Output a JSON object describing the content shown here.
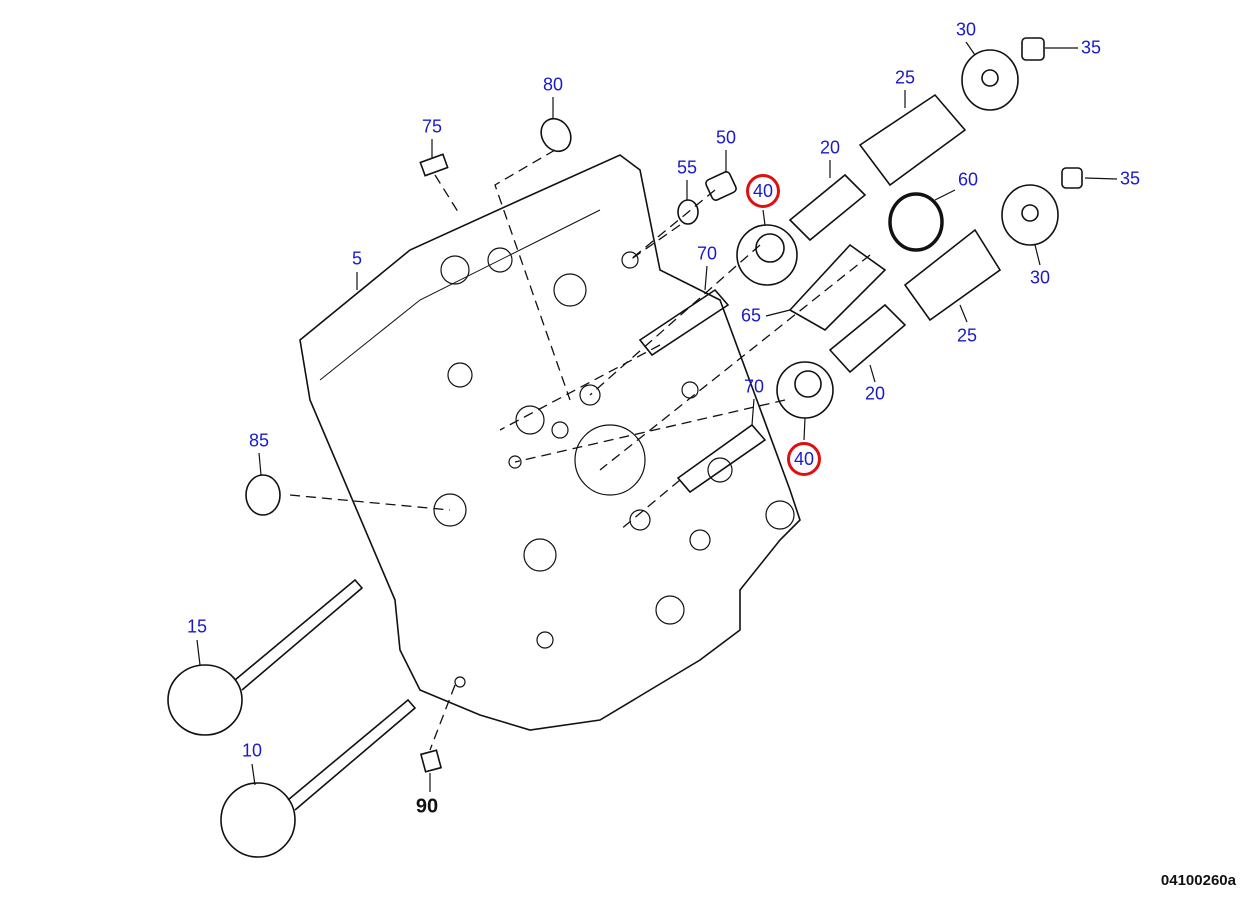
{
  "labels": {
    "p80": "80",
    "p75": "75",
    "p50": "50",
    "p55": "55",
    "p40a": "40",
    "p20a": "20",
    "p25a": "25",
    "p30a": "30",
    "p35a": "35",
    "p60": "60",
    "p35b": "35",
    "p30b": "30",
    "p25b": "25",
    "p20b": "20",
    "p70a": "70",
    "p65": "65",
    "p70b": "70",
    "p40b": "40",
    "p5": "5",
    "p85": "85",
    "p15": "15",
    "p10": "10",
    "p90": "90"
  },
  "highlighted_parts": [
    "40"
  ],
  "colors": {
    "label": "#1a1acc",
    "highlight": "#e01010",
    "line": "#111111"
  },
  "drawing_code": "04100260a"
}
